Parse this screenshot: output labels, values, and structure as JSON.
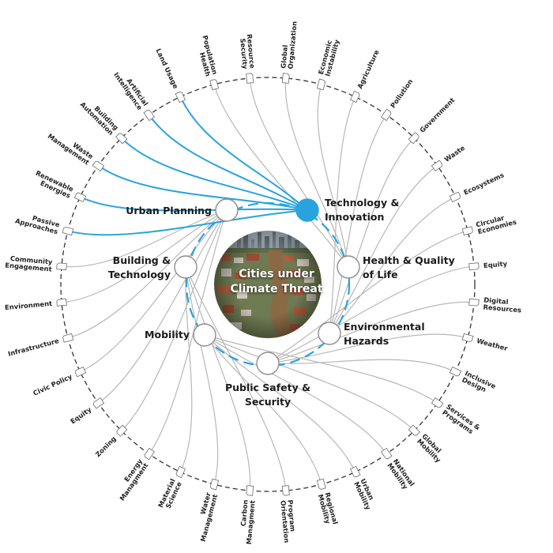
{
  "center_title": "Cities under Climate Threat",
  "colors": {
    "accent": "#29a3dd",
    "link": "#b7b7b7",
    "outer_ring": "#333333",
    "hub_fill": "#ffffff",
    "hub_stroke": "#8c8c8c"
  },
  "hubs": [
    {
      "id": "urban",
      "lines": [
        "Urban Planning"
      ],
      "active": false
    },
    {
      "id": "tech",
      "lines": [
        "Technology &",
        "Innovation"
      ],
      "active": true
    },
    {
      "id": "health",
      "lines": [
        "Health & Quality",
        "of Life"
      ],
      "active": false
    },
    {
      "id": "building",
      "lines": [
        "Building &",
        "Technology"
      ],
      "active": false
    },
    {
      "id": "env",
      "lines": [
        "Environmental",
        "Hazards"
      ],
      "active": false
    },
    {
      "id": "mobility",
      "lines": [
        "Mobility"
      ],
      "active": false
    },
    {
      "id": "safety",
      "lines": [
        "Public Safety &",
        "Security"
      ],
      "active": false
    }
  ],
  "outer_nodes": [
    {
      "lines": [
        "Infrastructure"
      ],
      "hub": "urban"
    },
    {
      "lines": [
        "Environment"
      ],
      "hub": "urban"
    },
    {
      "lines": [
        "Community",
        "Engagement"
      ],
      "hub": "urban"
    },
    {
      "lines": [
        "Passive",
        "Approaches"
      ],
      "hub": "tech"
    },
    {
      "lines": [
        "Renewable",
        "Energies"
      ],
      "hub": "tech"
    },
    {
      "lines": [
        "Waste",
        "Management"
      ],
      "hub": "tech"
    },
    {
      "lines": [
        "Building",
        "Automation"
      ],
      "hub": "tech"
    },
    {
      "lines": [
        "Artificial",
        "Intelligence"
      ],
      "hub": "tech"
    },
    {
      "lines": [
        "Land Usage"
      ],
      "hub": "tech"
    },
    {
      "lines": [
        "Population",
        "Health"
      ],
      "hub": "health"
    },
    {
      "lines": [
        "Resource",
        "Security"
      ],
      "hub": "health"
    },
    {
      "lines": [
        "Global",
        "Organization"
      ],
      "hub": "health"
    },
    {
      "lines": [
        "Economic",
        "Instability"
      ],
      "hub": "health"
    },
    {
      "lines": [
        "Agriculture"
      ],
      "hub": "env"
    },
    {
      "lines": [
        "Pollution"
      ],
      "hub": "env"
    },
    {
      "lines": [
        "Government"
      ],
      "hub": "env"
    },
    {
      "lines": [
        "Waste"
      ],
      "hub": "env"
    },
    {
      "lines": [
        "Ecosystems"
      ],
      "hub": "env"
    },
    {
      "lines": [
        "Circular",
        "Economies"
      ],
      "hub": "safety"
    },
    {
      "lines": [
        "Equity"
      ],
      "hub": "safety"
    },
    {
      "lines": [
        "Digital",
        "Resources"
      ],
      "hub": "safety"
    },
    {
      "lines": [
        "Weather"
      ],
      "hub": "safety"
    },
    {
      "lines": [
        "Inclusive",
        "Design"
      ],
      "hub": "safety"
    },
    {
      "lines": [
        "Services &",
        "Programs"
      ],
      "hub": "mobility"
    },
    {
      "lines": [
        "Global",
        "Mobility"
      ],
      "hub": "mobility"
    },
    {
      "lines": [
        "National",
        "Mobility"
      ],
      "hub": "mobility"
    },
    {
      "lines": [
        "Urban",
        "Mobility"
      ],
      "hub": "mobility"
    },
    {
      "lines": [
        "Regional",
        "Mobility"
      ],
      "hub": "mobility"
    },
    {
      "lines": [
        "Program",
        "Orientation"
      ],
      "hub": "building"
    },
    {
      "lines": [
        "Carbon",
        "Managment"
      ],
      "hub": "building"
    },
    {
      "lines": [
        "Water",
        "Management"
      ],
      "hub": "building"
    },
    {
      "lines": [
        "Material",
        "Science"
      ],
      "hub": "building"
    },
    {
      "lines": [
        "Energy",
        "Managment"
      ],
      "hub": "urban"
    },
    {
      "lines": [
        "Zoning"
      ],
      "hub": "urban"
    },
    {
      "lines": [
        "Equity"
      ],
      "hub": "urban"
    },
    {
      "lines": [
        "Civic Policy"
      ],
      "hub": "urban"
    }
  ]
}
